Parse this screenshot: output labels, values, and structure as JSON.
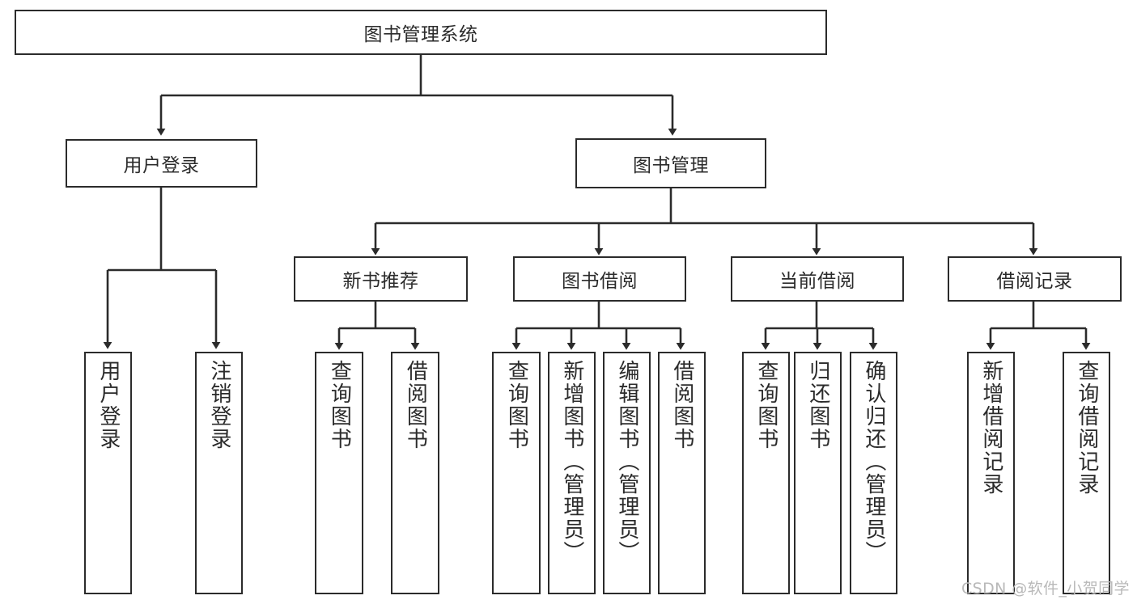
{
  "diagram": {
    "title": "图书管理系统",
    "type": "hierarchy-tree",
    "colors": {
      "box_border": "#2b2b2b",
      "box_fill": "#ffffff",
      "connector": "#2b2b2b",
      "text": "#2b2b2b",
      "watermark": "#b9b9b9",
      "background": "#ffffff"
    },
    "root": {
      "label": "图书管理系统"
    },
    "level2": [
      {
        "label": "用户登录"
      },
      {
        "label": "图书管理"
      }
    ],
    "level3": [
      {
        "label": "新书推荐"
      },
      {
        "label": "图书借阅"
      },
      {
        "label": "当前借阅"
      },
      {
        "label": "借阅记录"
      }
    ],
    "leaves": {
      "user_login": [
        {
          "label": "用户登录"
        },
        {
          "label": "注销登录"
        }
      ],
      "new_book_recommend": [
        {
          "label": "查询图书"
        },
        {
          "label": "借阅图书"
        }
      ],
      "book_borrow": [
        {
          "label": "查询图书"
        },
        {
          "label": "新增图书（管理员）"
        },
        {
          "label": "编辑图书（管理员）"
        },
        {
          "label": "借阅图书"
        }
      ],
      "current_borrow": [
        {
          "label": "查询图书"
        },
        {
          "label": "归还图书"
        },
        {
          "label": "确认归还（管理员）"
        }
      ],
      "borrow_record": [
        {
          "label": "新增借阅记录"
        },
        {
          "label": "查询借阅记录"
        }
      ]
    }
  },
  "watermark": {
    "text": "CSDN @软件_小贺同学"
  }
}
